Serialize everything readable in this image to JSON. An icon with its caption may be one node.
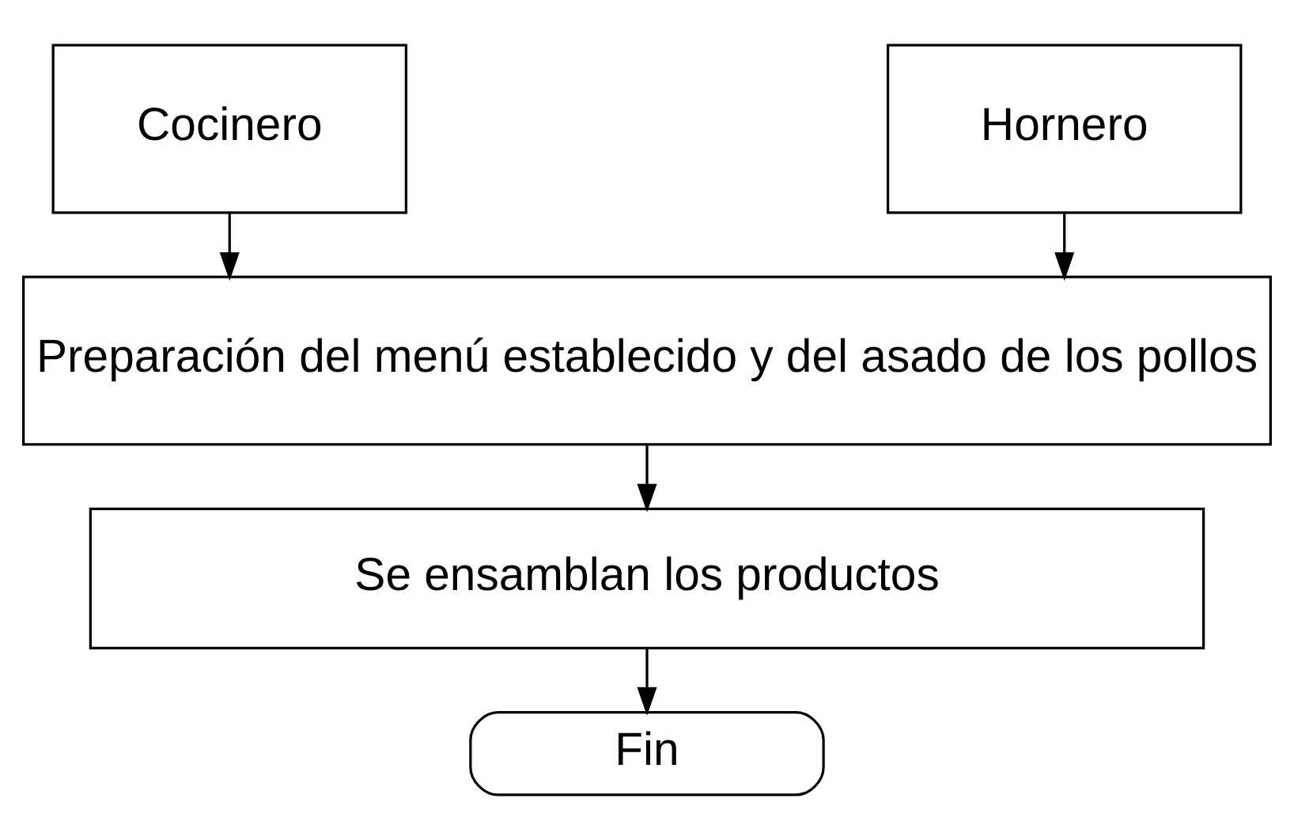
{
  "diagram": {
    "nodes": [
      {
        "text": [
          "Cocinero"
        ]
      },
      {
        "text": [
          "Hornero"
        ]
      },
      {
        "text": [
          "Preparación del menú establecido y del asado de los pollos"
        ]
      },
      {
        "text": [
          "Se ensamblan los productos"
        ]
      },
      {
        "text": [
          "Fin"
        ]
      }
    ],
    "edges": [
      {
        "from": 0,
        "to": 2,
        "arrow": "to"
      },
      {
        "from": 1,
        "to": 2,
        "arrow": "to"
      },
      {
        "from": 2,
        "to": 3,
        "arrow": "to"
      },
      {
        "from": 3,
        "to": 4,
        "arrow": "to"
      }
    ]
  }
}
